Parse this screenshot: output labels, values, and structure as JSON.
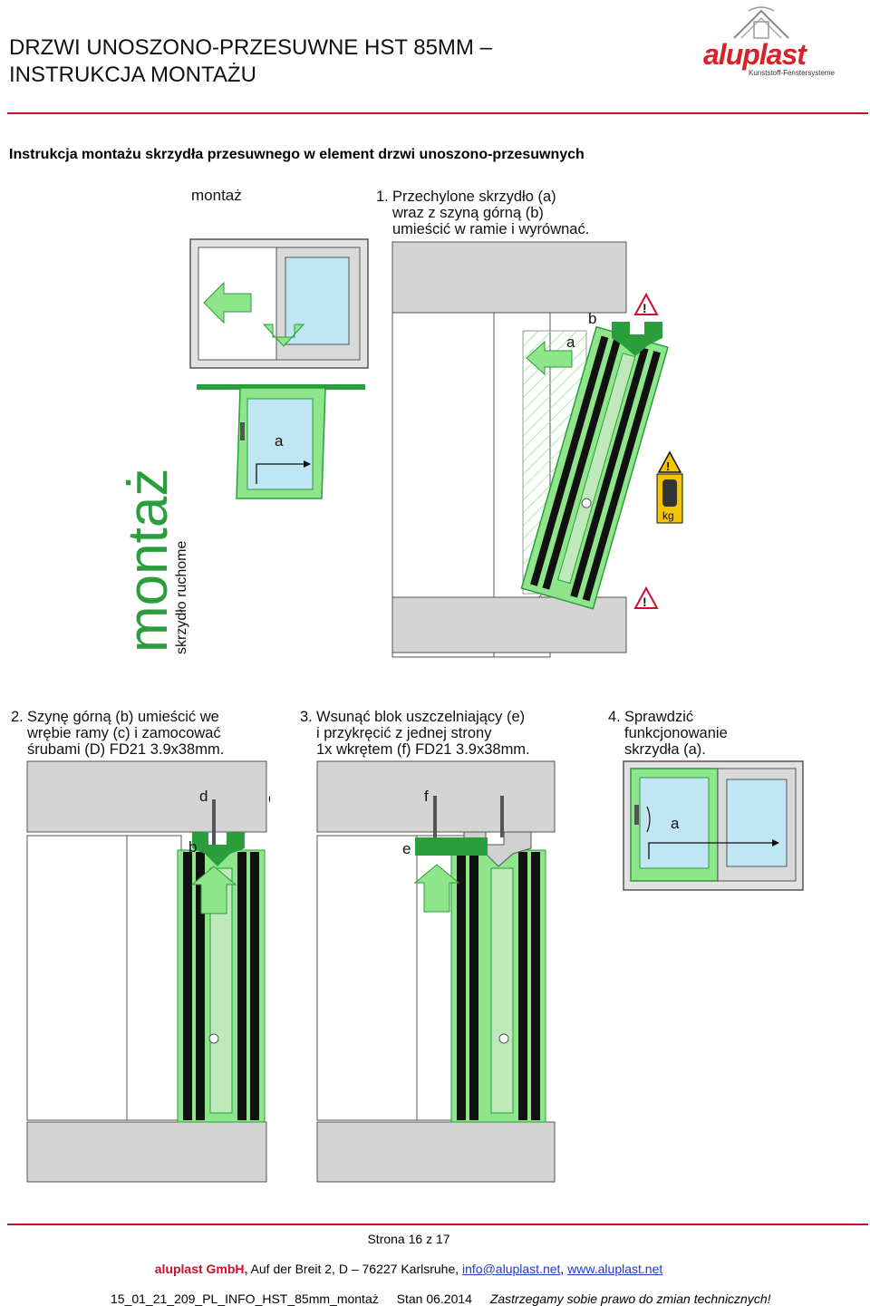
{
  "header": {
    "title_line1": "DRZWI UNOSZONO-PRZESUWNE HST 85MM –",
    "title_line2": "INSTRUKCJA MONTAŻU",
    "logo_text": "aluplast",
    "logo_subtext": "Kunststoff-Fenstersysteme"
  },
  "subtitle": "Instrukcja montażu skrzydła przesuwnego w element drzwi unoszono-przesuwnych",
  "section1": {
    "label": "montaż",
    "step_num": "1.",
    "step_lines": [
      "Przechylone skrzydło (a)",
      "wraz z szyną górną (b)",
      "umieścić w ramie i wyrównać."
    ],
    "vertical_title": "montaż",
    "vertical_subtitle": "skrzydło ruchome",
    "labels": {
      "a_front": "a",
      "a_section": "a",
      "b_section": "b",
      "kg": "kg",
      "warn": "!"
    }
  },
  "steps": [
    {
      "num": "2.",
      "lines": [
        "Szynę górną (b) umieścić we",
        "wrębie ramy (c) i zamocować",
        "śrubami (D) FD21 3.9x38mm."
      ]
    },
    {
      "num": "3.",
      "lines": [
        "Wsunąć blok uszczelniający (e)",
        "i przykręcić z jednej strony",
        "1x wkrętem (f) FD21 3.9x38mm."
      ]
    },
    {
      "num": "4.",
      "lines": [
        "Sprawdzić",
        "funkcjonowanie",
        "skrzydła (a)."
      ]
    }
  ],
  "diagram_labels": {
    "d": "d",
    "c": "c",
    "b": "b",
    "f": "f",
    "e": "e",
    "a": "a"
  },
  "footer": {
    "page": "Strona 16 z 17",
    "company": "aluplast GmbH,",
    "address": " Auf der Breit 2, D – 76227 Karlsruhe, ",
    "email": "info@aluplast.net",
    "separator": ", ",
    "website": "www.aluplast.net",
    "doc_id": "15_01_21_209_PL_INFO_HST_85mm_montaż",
    "stan": "Stan 06.2014",
    "disclaimer": "Zastrzegamy sobie prawo do zmian technicznych!"
  },
  "colors": {
    "accent_red": "#c8102e",
    "green": "#8fe58a",
    "dark_green": "#2a9d3c",
    "glass": "#bfe6f2",
    "frame_gray": "#d4d4d4"
  }
}
